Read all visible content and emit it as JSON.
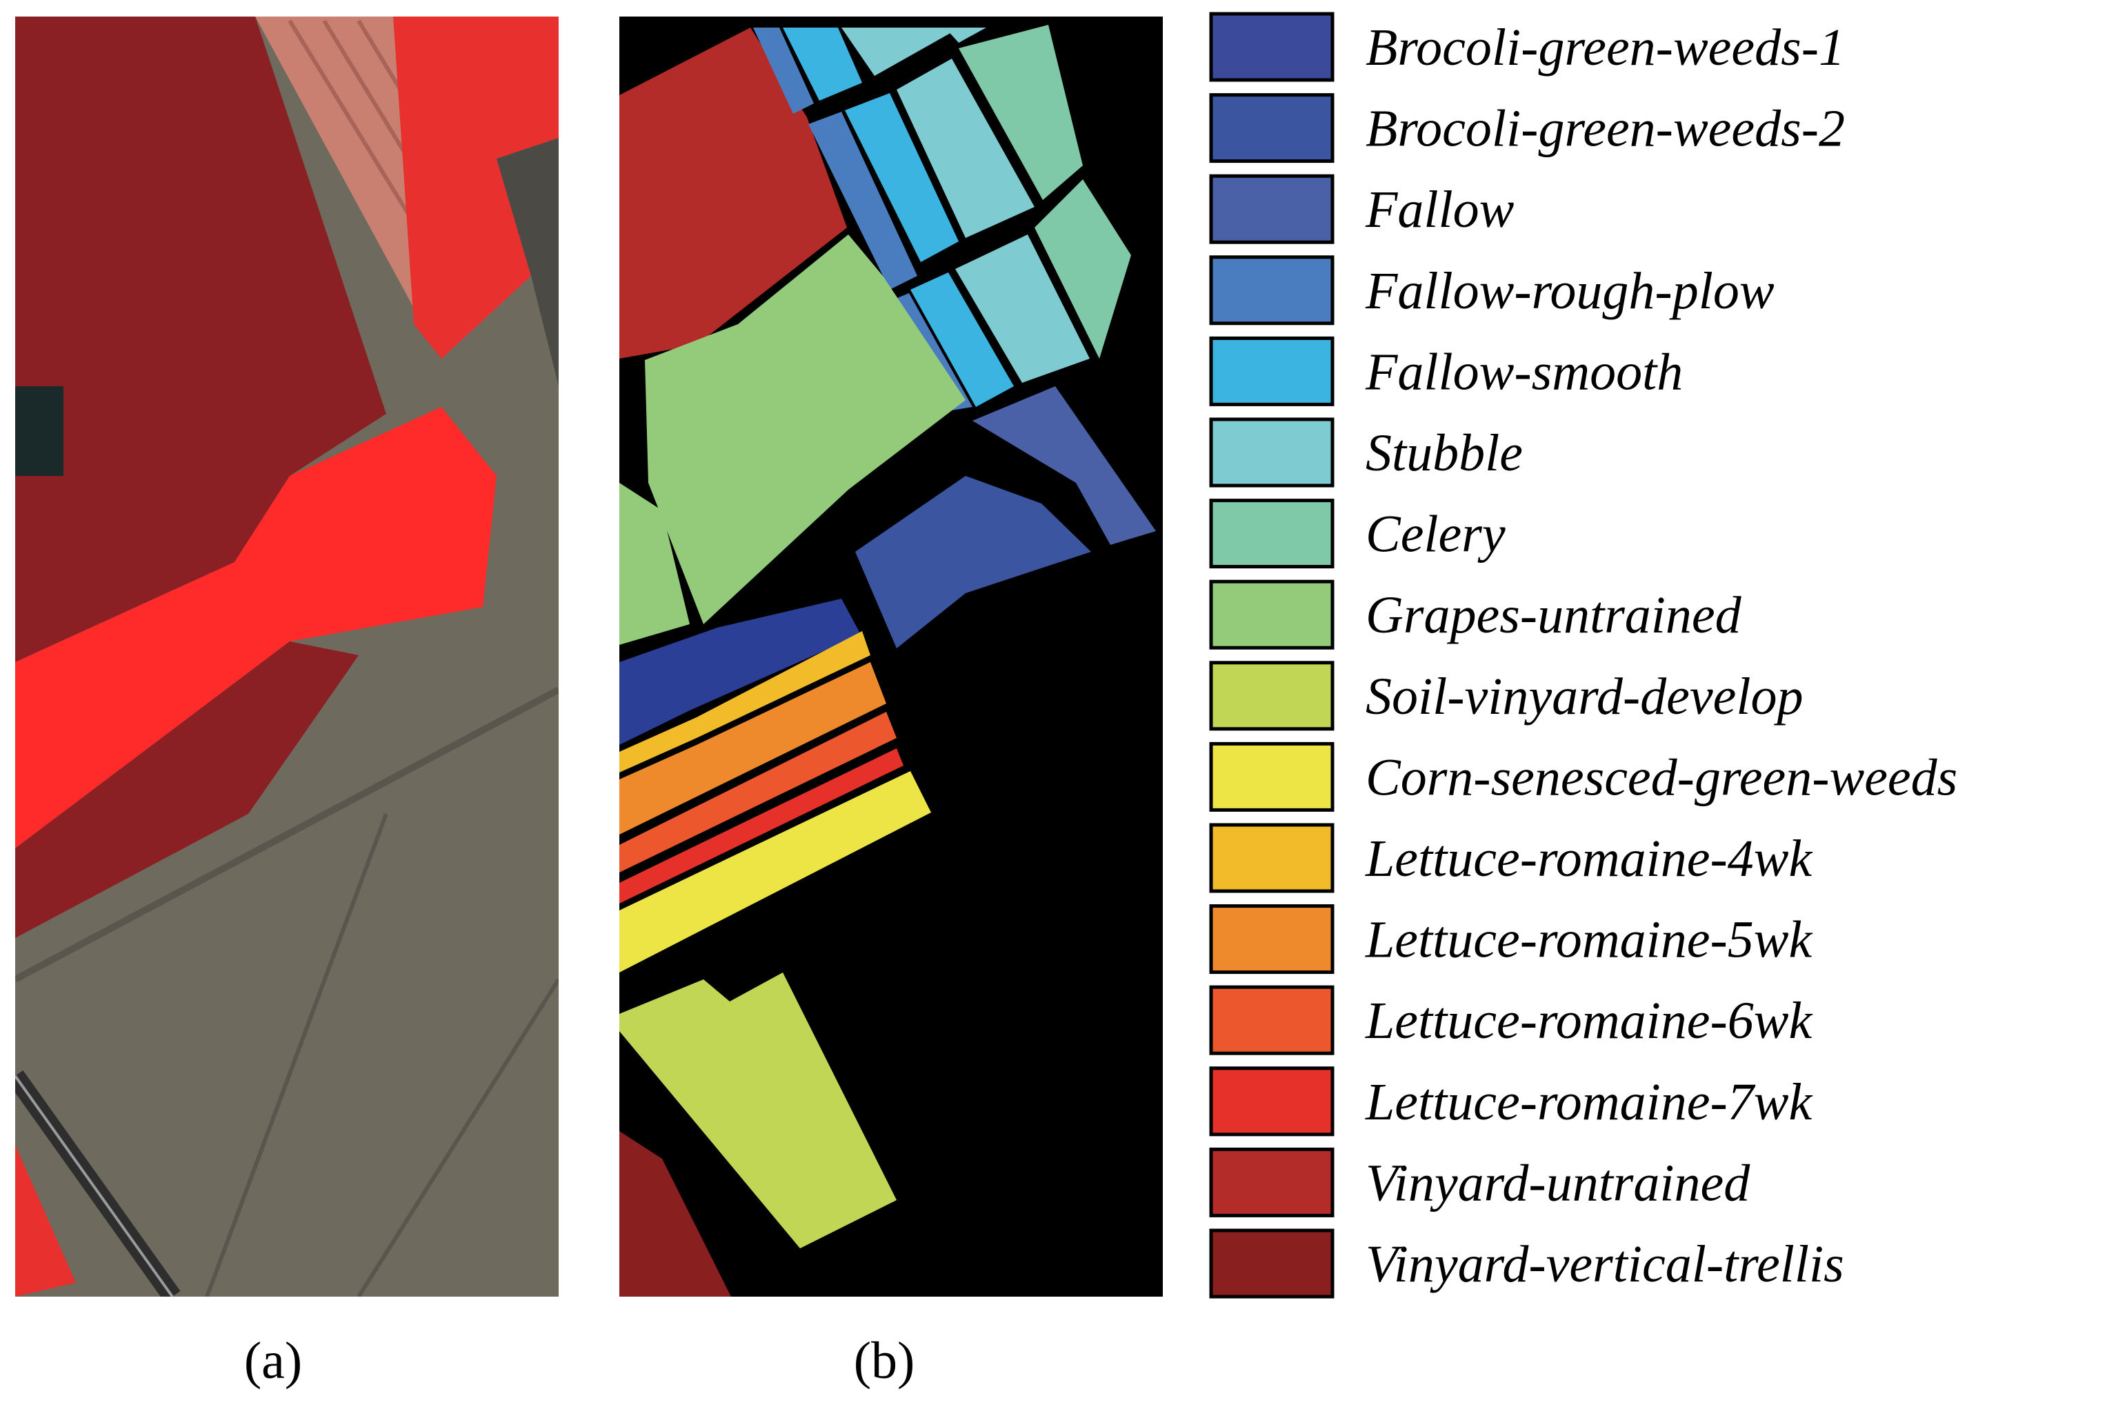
{
  "panels": {
    "a_label": "(a)",
    "b_label": "(b)"
  },
  "colors": {
    "image_background": "#6e6a5e",
    "crop_red_bright": "#ff2a2a",
    "crop_red_dark": "#8a2024",
    "strip_pink": "#c98070",
    "map_background": "#000000"
  },
  "legend": {
    "items": [
      {
        "label": "Brocoli-green-weeds-1",
        "color": "#3b4a9a"
      },
      {
        "label": "Brocoli-green-weeds-2",
        "color": "#3c55a0"
      },
      {
        "label": "Fallow",
        "color": "#4a61a8"
      },
      {
        "label": "Fallow-rough-plow",
        "color": "#4a7dbf"
      },
      {
        "label": "Fallow-smooth",
        "color": "#3bb4e2"
      },
      {
        "label": "Stubble",
        "color": "#7ecbd2"
      },
      {
        "label": "Celery",
        "color": "#7fc8a8"
      },
      {
        "label": "Grapes-untrained",
        "color": "#94cb7b"
      },
      {
        "label": "Soil-vinyard-develop",
        "color": "#c2d656"
      },
      {
        "label": "Corn-senesced-green-weeds",
        "color": "#ece545"
      },
      {
        "label": "Lettuce-romaine-4wk",
        "color": "#f2bb2a"
      },
      {
        "label": "Lettuce-romaine-5wk",
        "color": "#ef8a2c"
      },
      {
        "label": "Lettuce-romaine-6wk",
        "color": "#ec572e"
      },
      {
        "label": "Lettuce-romaine-7wk",
        "color": "#e6302a"
      },
      {
        "label": "Vinyard-untrained",
        "color": "#b32c2a"
      },
      {
        "label": "Vinyard-vertical-trellis",
        "color": "#8a1f20"
      }
    ]
  }
}
